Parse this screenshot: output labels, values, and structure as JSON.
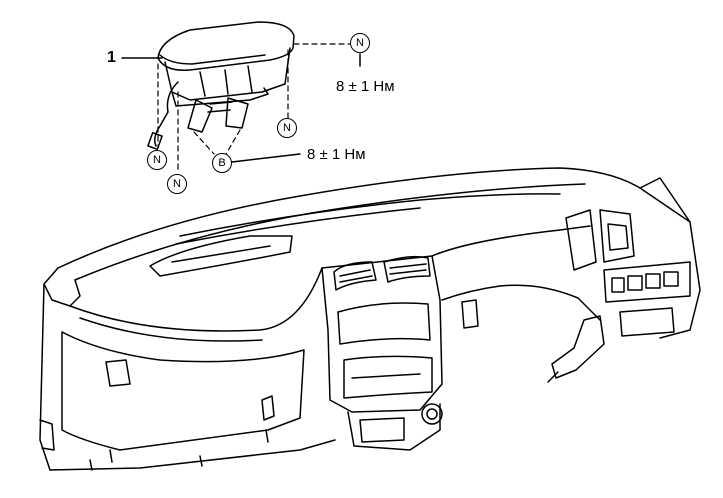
{
  "part_label": "1",
  "markers": {
    "n": "N",
    "b": "B"
  },
  "torque": {
    "upper": "8 ± 1 Нм",
    "lower": "8 ± 1 Нм"
  },
  "colors": {
    "line": "#000000",
    "background": "#ffffff"
  }
}
